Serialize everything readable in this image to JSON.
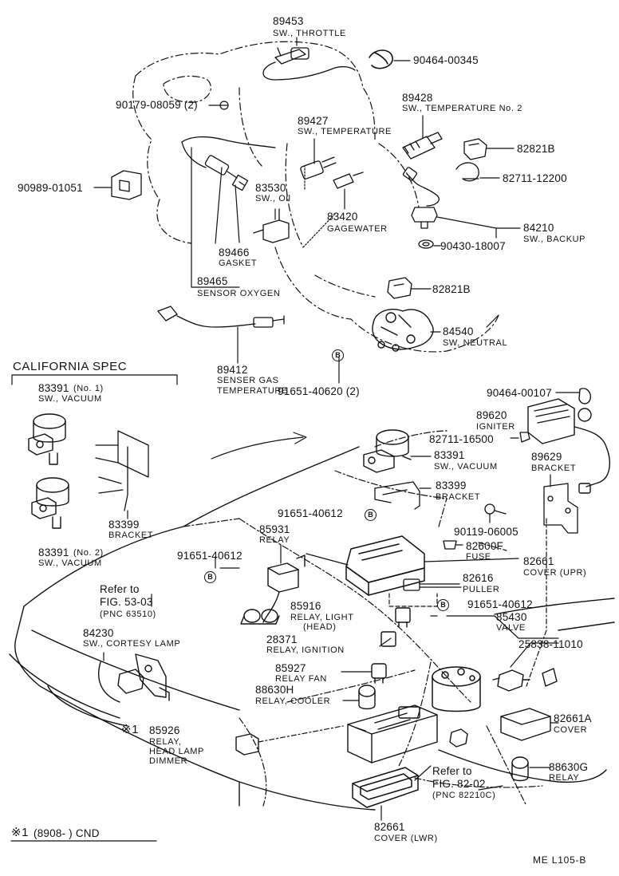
{
  "labels": {
    "p89453": "89453",
    "n89453": "SW., THROTTLE",
    "p90464a": "90464-00345",
    "p89428": "89428",
    "n89428": "SW., TEMPERATURE No. 2",
    "p90179": "90179-08059 (2)",
    "p89427": "89427",
    "n89427": "SW., TEMPERATURE",
    "p82821a": "82821B",
    "p82711a": "82711-12200",
    "p90989": "90989-01051",
    "p83530": "83530",
    "n83530": "SW., Oil",
    "p83420": "83420",
    "n83420": "GAGEWATER",
    "p84210": "84210",
    "n84210": "SW., BACKUP",
    "p90430": "90430-18007",
    "p89466": "89466",
    "n89466": "GASKET",
    "p89465": "89465",
    "n89465": "SENSOR OXYGEN",
    "p82821b": "82821B",
    "p84540": "84540",
    "n84540": "SW, NEUTRAL",
    "circB": "B",
    "p89412": "89412",
    "n89412a": "SENSER GAS",
    "n89412b": "TEMPERATURE",
    "p91651a": "91651-40620 (2)",
    "california": "CALIFORNIA SPEC",
    "p83391a": "83391",
    "q83391a": "(No. 1)",
    "n83391a": "SW., VACUUM",
    "p83399a": "83399",
    "n83399a": "BRACKET",
    "p83391b": "83391",
    "q83391b": "(No. 2)",
    "n83391b": "SW., VACUUM",
    "p90464b": "90464-00107",
    "p89620": "89620",
    "n89620": "IGNITER",
    "p82711b": "82711-16500",
    "p83391c": "83391",
    "n83391c": "SW., VACUUM",
    "p89629": "89629",
    "n89629": "BRACKET",
    "p83399b": "83399",
    "n83399b": "BRACKET",
    "p91651b": "91651-40612",
    "p90119": "90119-06005",
    "p85931": "85931",
    "n85931": "RELAY",
    "p82600": "82600F",
    "n82600": "FUSE",
    "p91651c": "91651-40612",
    "p82661a": "82661",
    "n82661a": "COVER (UPR)",
    "p82616": "82616",
    "n82616": "PULLER",
    "p91651d": "91651-40612",
    "refA1": "Refer to",
    "refA2": "FIG. 53-03",
    "refA3": "(PNC 63510)",
    "p85430": "85430",
    "n85430": "VALVE",
    "p84230": "84230",
    "n84230": "SW., CORTESY LAMP",
    "p85916": "85916",
    "n85916a": "RELAY, LIGHT",
    "n85916b": "(HEAD)",
    "p28371": "28371",
    "n28371": "RELAY, IGNITION",
    "p25838": "25838-11010",
    "p85927": "85927",
    "n85927": "RELAY FAN",
    "p88630h": "88630H",
    "n88630h": "RELAY, COOLER",
    "p82661c": "82661A",
    "n82661c": "COVER",
    "mark1": "※1",
    "p85926": "85926",
    "n85926a": "RELAY,",
    "n85926b": "HEAD LAMP",
    "n85926c": "DIMMER",
    "refB1": "Refer to",
    "refB2": "FIG. 82-02",
    "refB3": "(PNC 82210C)",
    "p88630g": "88630G",
    "n88630g": "RELAY",
    "p82661b": "82661",
    "n82661b": "COVER (LWR)",
    "footnote_mark": "※1",
    "footnote_text": "(8908-          ) CND",
    "code": "ME   L105-B"
  }
}
